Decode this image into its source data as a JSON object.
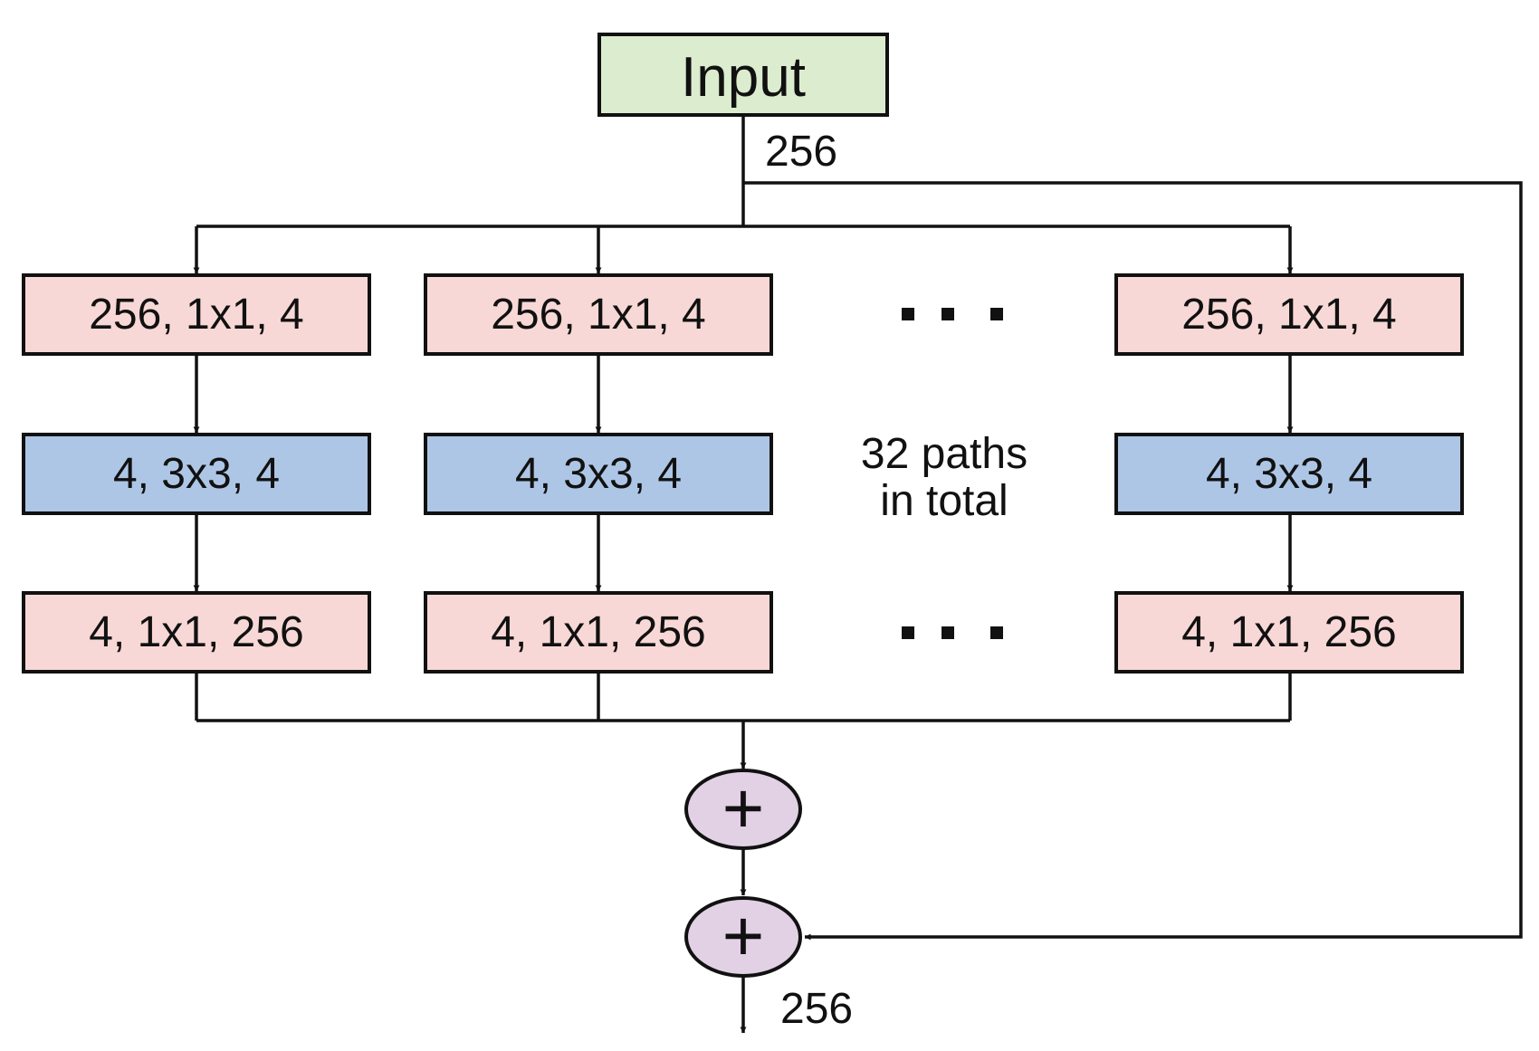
{
  "input": {
    "label": "Input"
  },
  "dims": {
    "in": "256",
    "out": "256"
  },
  "paths": [
    {
      "reduce": "256, 1x1, 4",
      "conv": "4, 3x3, 4",
      "expand": "4, 1x1, 256"
    },
    {
      "reduce": "256, 1x1, 4",
      "conv": "4, 3x3, 4",
      "expand": "4, 1x1, 256"
    },
    {
      "reduce": "256, 1x1, 4",
      "conv": "4, 3x3, 4",
      "expand": "4, 1x1, 256"
    }
  ],
  "note": {
    "line1": "32 paths",
    "line2": "in total"
  },
  "ops": {
    "sum": "+",
    "residual": "+"
  },
  "colors": {
    "input": "#dceccf",
    "reduce": "#f8d8d6",
    "conv": "#aec6e6",
    "expand": "#f8d8d6",
    "op": "#e2d0e5",
    "line": "#111111"
  }
}
